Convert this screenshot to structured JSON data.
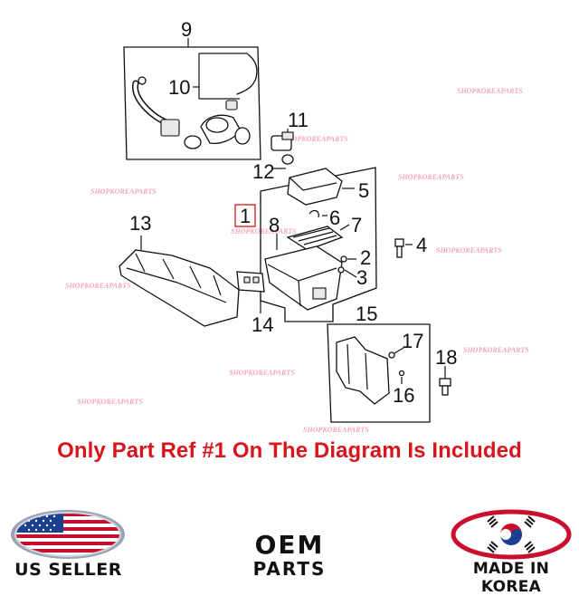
{
  "callouts": [
    {
      "label": "9"
    },
    {
      "label": "10"
    },
    {
      "label": "11"
    },
    {
      "label": "12"
    },
    {
      "label": "1"
    },
    {
      "label": "5"
    },
    {
      "label": "6"
    },
    {
      "label": "7"
    },
    {
      "label": "8"
    },
    {
      "label": "2"
    },
    {
      "label": "3"
    },
    {
      "label": "4"
    },
    {
      "label": "13"
    },
    {
      "label": "14"
    },
    {
      "label": "15"
    },
    {
      "label": "17"
    },
    {
      "label": "18"
    },
    {
      "label": "16"
    }
  ],
  "highlighted_callout": "1",
  "highlight_color": "#d8141c",
  "watermark": "SHOPKOREAPARTS",
  "note": "Only Part Ref #1 On The Diagram Is Included",
  "note_color": "#d8141c",
  "badges": {
    "us_seller": "US SELLER",
    "oem_line1": "OEM",
    "oem_line2": "PARTS",
    "made_in_korea": "MADE IN KOREA"
  }
}
